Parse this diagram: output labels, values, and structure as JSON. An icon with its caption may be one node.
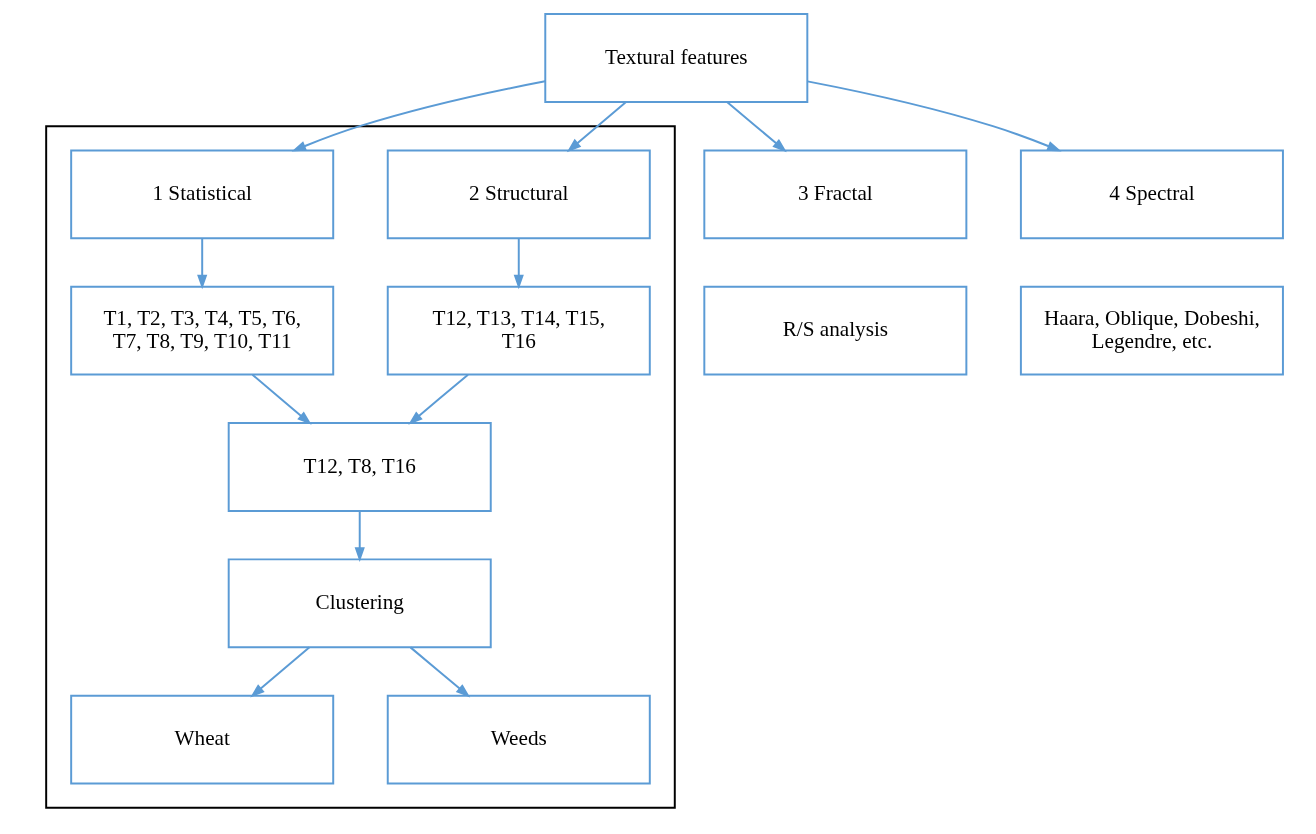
{
  "diagram": {
    "nodes": [
      {
        "text": [
          "Textural features"
        ]
      },
      {
        "text": [],
        "shape": "box"
      },
      {
        "text": [
          "1 Statistical"
        ],
        "in": 1
      },
      {
        "text": [
          "2 Structural"
        ],
        "in": 1
      },
      {
        "text": [
          "3 Fractal"
        ]
      },
      {
        "text": [
          "4 Spectral"
        ]
      },
      {
        "text": [
          "T1, T2, T3, T4, T5, T6, T7, T8, T9, T10, T11"
        ],
        "in": 1
      },
      {
        "text": [
          "T12, T13, T14, T15, T16"
        ],
        "in": 1
      },
      {
        "text": [
          "R/S analysis"
        ]
      },
      {
        "text": [
          "Haara, Oblique, Dobeshi, Legendre, etc."
        ]
      },
      {
        "text": [
          "T12, T8, T16"
        ],
        "in": 1
      },
      {
        "text": [
          "Clustering"
        ],
        "in": 1
      },
      {
        "text": [
          "Wheat"
        ],
        "in": 1
      },
      {
        "text": [
          "Weeds"
        ],
        "in": 1
      }
    ],
    "edges": [
      {
        "from": 0,
        "to": 2,
        "arrow": "to"
      },
      {
        "from": 0,
        "to": 3,
        "arrow": "to"
      },
      {
        "from": 0,
        "to": 4,
        "arrow": "to"
      },
      {
        "from": 0,
        "to": 5,
        "arrow": "to"
      },
      {
        "from": 2,
        "to": 6,
        "arrow": "to"
      },
      {
        "from": 3,
        "to": 7,
        "arrow": "to"
      },
      {
        "from": 6,
        "to": 10,
        "arrow": "to"
      },
      {
        "from": 7,
        "to": 10,
        "arrow": "to"
      },
      {
        "from": 10,
        "to": 11,
        "arrow": "to"
      },
      {
        "from": 11,
        "to": 12,
        "arrow": "to"
      },
      {
        "from": 11,
        "to": 13,
        "arrow": "to"
      }
    ]
  }
}
